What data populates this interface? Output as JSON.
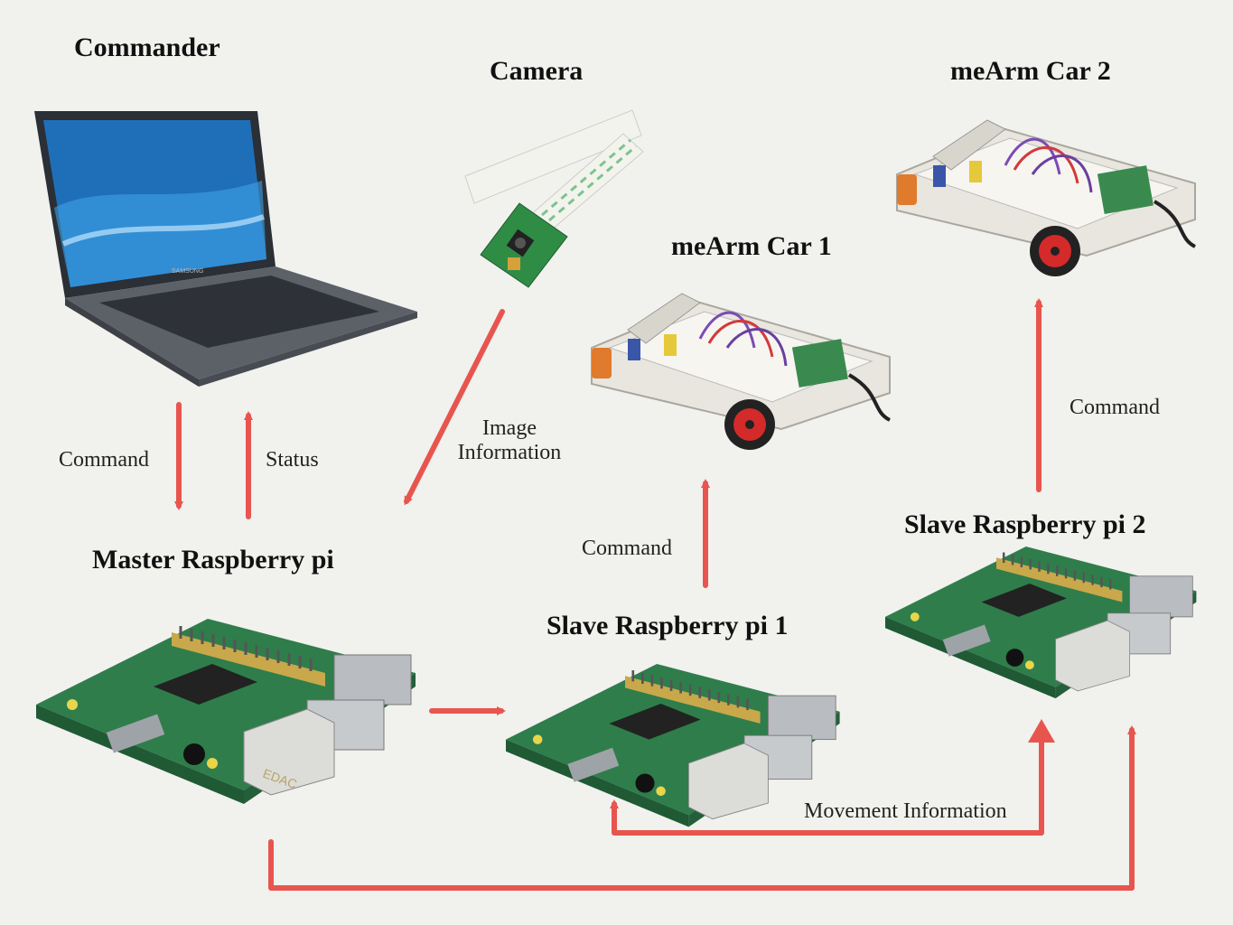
{
  "nodes": {
    "commander": "Commander",
    "camera": "Camera",
    "car1": "meArm Car 1",
    "car2": "meArm Car 2",
    "master": "Master Raspberry pi",
    "slave1": "Slave Raspberry pi 1",
    "slave2": "Slave Raspberry pi 2"
  },
  "edges": {
    "commander_to_master": "Command",
    "master_to_commander": "Status",
    "camera_to_master_line1": "Image",
    "camera_to_master_line2": "Information",
    "slave1_to_car1": "Command",
    "slave2_to_car2": "Command",
    "movement": "Movement Information"
  },
  "laptop_brand": "SAMSUNG",
  "board_brand": "EDAC",
  "colors": {
    "arrow": "#e8554e",
    "background": "#f1f1ee",
    "board": "#2f7d4b",
    "laptop_screen": "#1f6fb8"
  },
  "icons": [
    "laptop-icon",
    "camera-module-icon",
    "robot-car-icon",
    "raspberry-pi-board-icon"
  ]
}
